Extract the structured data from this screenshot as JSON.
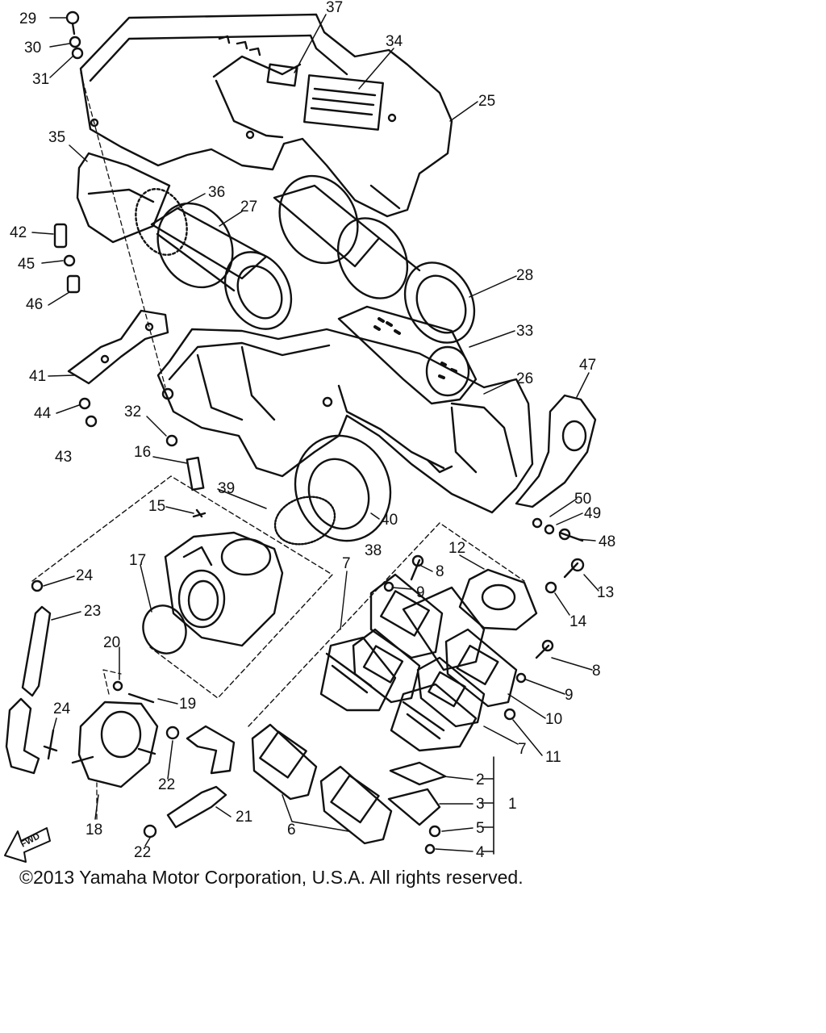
{
  "diagram": {
    "callouts": [
      "1",
      "2",
      "3",
      "4",
      "5",
      "6",
      "7",
      "8",
      "9",
      "10",
      "11",
      "12",
      "13",
      "14",
      "15",
      "16",
      "17",
      "18",
      "19",
      "20",
      "21",
      "22",
      "23",
      "24",
      "25",
      "26",
      "27",
      "28",
      "29",
      "30",
      "31",
      "32",
      "33",
      "34",
      "35",
      "36",
      "37",
      "38",
      "39",
      "40",
      "41",
      "42",
      "43",
      "44",
      "45",
      "46",
      "47",
      "48",
      "49",
      "50"
    ],
    "fwd_label": "FWD"
  },
  "footer": {
    "copyright": "©2013 Yamaha Motor Corporation, U.S.A. All rights reserved."
  }
}
